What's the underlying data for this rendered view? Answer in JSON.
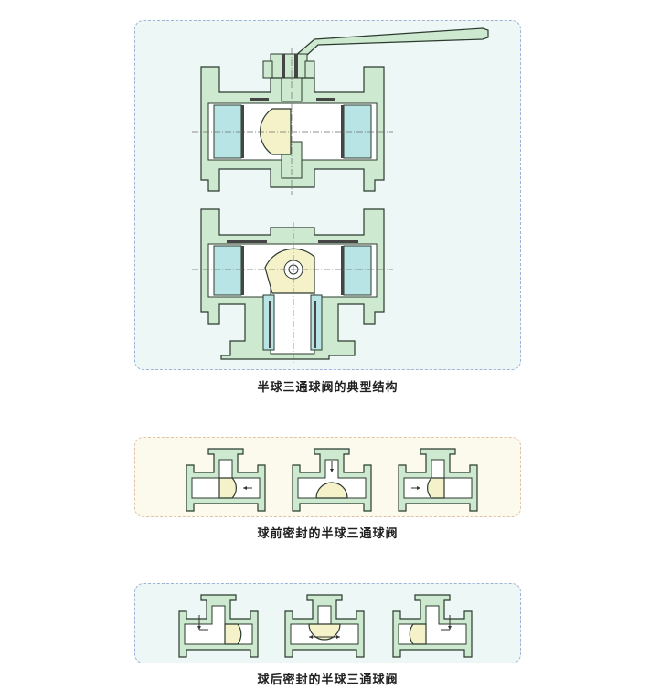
{
  "captions": {
    "main": "半球三通球阀的典型结构",
    "front": "球前密封的半球三通球阀",
    "rear": "球后密封的半球三通球阀"
  },
  "colors": {
    "body_fill": "#cde9cf",
    "seat_fill": "#b9e4e6",
    "ball_fill": "#f5f1c9",
    "panel_main_bg": "#edf7f6",
    "panel_front_bg": "#fbfaec",
    "panel_border": "#9fb3d9"
  },
  "icons": [
    "valve-section-drawing",
    "flow-arrow-icon"
  ]
}
